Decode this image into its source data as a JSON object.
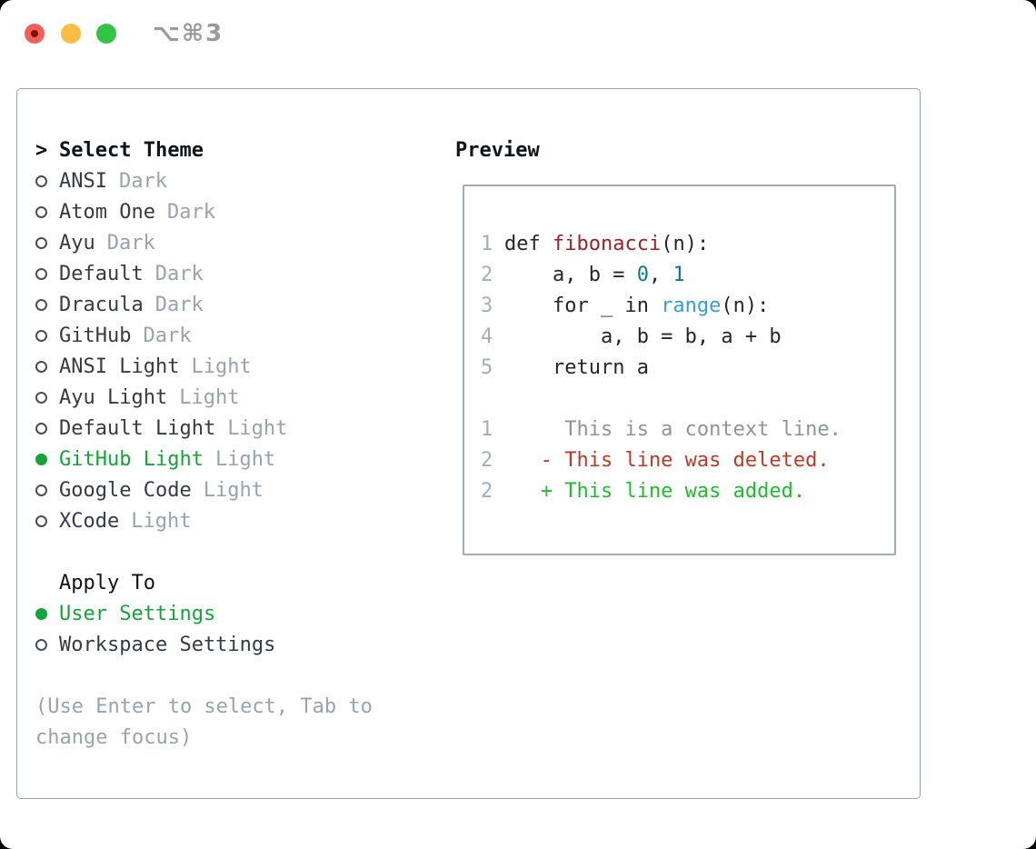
{
  "window": {
    "shortcut": "⌥⌘3",
    "traffic_lights": [
      "close",
      "minimize",
      "zoom"
    ]
  },
  "theme_panel": {
    "header": {
      "prefix": ">",
      "label": "Select Theme"
    },
    "themes": [
      {
        "name": "ANSI",
        "variant": "Dark",
        "selected": false
      },
      {
        "name": "Atom One",
        "variant": "Dark",
        "selected": false
      },
      {
        "name": "Ayu",
        "variant": "Dark",
        "selected": false
      },
      {
        "name": "Default",
        "variant": "Dark",
        "selected": false
      },
      {
        "name": "Dracula",
        "variant": "Dark",
        "selected": false
      },
      {
        "name": "GitHub",
        "variant": "Dark",
        "selected": false
      },
      {
        "name": "ANSI Light",
        "variant": "Light",
        "selected": false
      },
      {
        "name": "Ayu Light",
        "variant": "Light",
        "selected": false
      },
      {
        "name": "Default Light",
        "variant": "Light",
        "selected": false
      },
      {
        "name": "GitHub Light",
        "variant": "Light",
        "selected": true
      },
      {
        "name": "Google Code",
        "variant": "Light",
        "selected": false
      },
      {
        "name": "XCode",
        "variant": "Light",
        "selected": false
      }
    ],
    "apply_to": {
      "label": "Apply To",
      "options": [
        {
          "name": "User Settings",
          "selected": true
        },
        {
          "name": "Workspace Settings",
          "selected": false
        }
      ]
    },
    "help": [
      "(Use Enter to select, Tab to",
      "change focus)"
    ]
  },
  "preview": {
    "title": "Preview",
    "lines": [
      {
        "num": "1",
        "tokens": [
          {
            "t": "def ",
            "c": "code"
          },
          {
            "t": "fibonacci",
            "c": "func"
          },
          {
            "t": "(n):",
            "c": "code"
          }
        ]
      },
      {
        "num": "2",
        "tokens": [
          {
            "t": "    a, b = ",
            "c": "code"
          },
          {
            "t": "0",
            "c": "num"
          },
          {
            "t": ", ",
            "c": "code"
          },
          {
            "t": "1",
            "c": "num"
          }
        ]
      },
      {
        "num": "3",
        "tokens": [
          {
            "t": "    for _ in ",
            "c": "code"
          },
          {
            "t": "range",
            "c": "builtin"
          },
          {
            "t": "(n):",
            "c": "code"
          }
        ]
      },
      {
        "num": "4",
        "tokens": [
          {
            "t": "        a, b = b, a + b",
            "c": "code"
          }
        ]
      },
      {
        "num": "5",
        "tokens": [
          {
            "t": "    return a",
            "c": "code"
          }
        ]
      },
      {
        "num": "",
        "tokens": []
      },
      {
        "num": "1",
        "tokens": [
          {
            "t": "     This is a context line.",
            "c": "context"
          }
        ]
      },
      {
        "num": "2",
        "tokens": [
          {
            "t": "   - This line was deleted.",
            "c": "deleted"
          }
        ]
      },
      {
        "num": "2",
        "tokens": [
          {
            "t": "   + This line was added.",
            "c": "added"
          }
        ]
      }
    ]
  },
  "colors": {
    "panel_border": "#9aa3ab",
    "box_border": "#a4acb3",
    "header_text": "#101417",
    "item_text": "#343b42",
    "muted": "#98a3b0",
    "select_green": "#14a538",
    "diff_green": "#1cbe2d",
    "diff_red": "#c23726",
    "func_red": "#a31f24",
    "num_teal": "#0d7a80",
    "builtin_blue": "#33a0d6",
    "code_text": "#22272c",
    "line_number": "#a3aeb9",
    "context_gray": "#8d949b",
    "traffic_red": "#f35e56",
    "traffic_red_dot": "#7c100a",
    "traffic_yellow": "#fcbd40",
    "traffic_green": "#32c544",
    "shortcut_gray": "#9a9a9a"
  }
}
